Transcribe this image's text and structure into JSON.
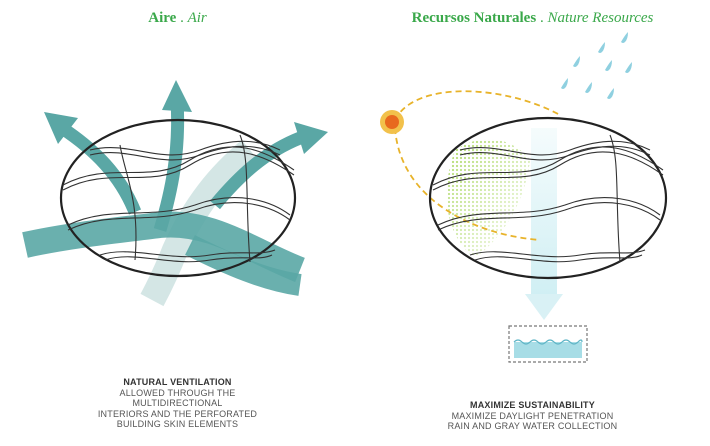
{
  "left_panel": {
    "title_es": "Aire",
    "title_sep": " . ",
    "title_en": "Air",
    "caption_head": "NATURAL VENTILATION",
    "caption_lines": [
      "ALLOWED THROUGH THE",
      "MULTIDIRECTIONAL",
      "INTERIORS AND THE PERFORATED",
      "BUILDING SKIN ELEMENTS"
    ]
  },
  "right_panel": {
    "title_es": "Recursos Naturales",
    "title_sep": " . ",
    "title_en": "Nature Resources",
    "caption_head": "MAXIMIZE SUSTAINABILITY",
    "caption_lines": [
      "MAXIMIZE DAYLIGHT PENETRATION",
      "RAIN AND GRAY WATER COLLECTION"
    ]
  },
  "colors": {
    "title_green": "#3aa84a",
    "airflow_teal": "#5aa7a5",
    "airflow_light": "#cfe3e2",
    "sun_yellow": "#f2c14b",
    "sun_core": "#e8691e",
    "rain_blue": "#8fd0e0",
    "daylight_green": "#9ed24a",
    "water_blue": "#a7dde6",
    "outline": "#222222"
  },
  "icons": [
    "sun-icon",
    "raindrop-icon",
    "water-tank-icon",
    "airflow-arrow-icon"
  ]
}
